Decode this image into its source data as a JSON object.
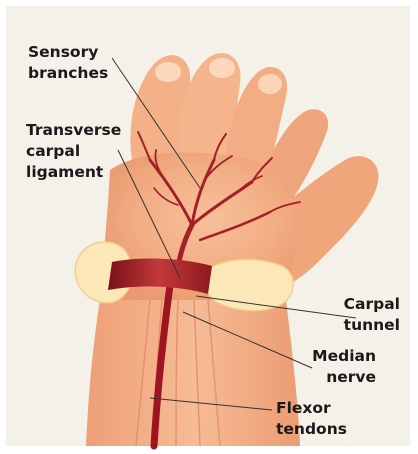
{
  "labels": {
    "sensory_branches": "Sensory\nbranches",
    "transverse_carpal_ligament": "Transverse\ncarpal\nligament",
    "carpal_tunnel": "Carpal\ntunnel",
    "median_nerve": "Median\nnerve",
    "flexor_tendons": "Flexor\ntendons"
  },
  "colors": {
    "skin": "#f3b58a",
    "skin_shadow": "#e79a6c",
    "nerve": "#9e1420",
    "bone": "#fbe7b7",
    "background": "#f3f1e8"
  }
}
